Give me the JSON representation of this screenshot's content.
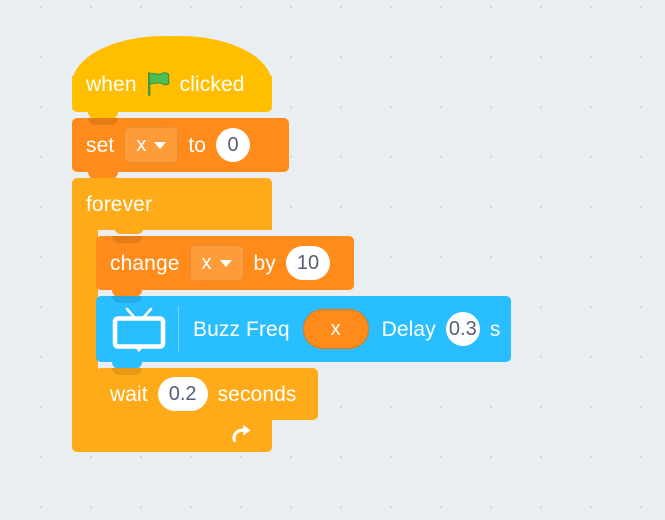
{
  "workspace": {
    "background_color": "#e9eef2",
    "dot_color": "#d0d6dc"
  },
  "script": {
    "hat": {
      "prefix_label": "when",
      "icon": "green-flag-icon",
      "suffix_label": "clicked",
      "color": "#ffbf00"
    },
    "set_block": {
      "label": "set",
      "variable": "x",
      "to_label": "to",
      "value": "0",
      "color": "#ff8c1a"
    },
    "forever_block": {
      "label": "forever",
      "loop_icon": "loop-arrow-icon",
      "color": "#ffab19"
    },
    "change_block": {
      "label": "change",
      "variable": "x",
      "by_label": "by",
      "value": "10",
      "color": "#ff8c1a"
    },
    "buzz_block": {
      "icon": "tv-monitor-icon",
      "label": "Buzz Freq",
      "variable_reporter": "x",
      "delay_label": "Delay",
      "delay_value": "0.3",
      "unit_label": "s",
      "color": "#29beff"
    },
    "wait_block": {
      "label": "wait",
      "value": "0.2",
      "unit_label": "seconds",
      "color": "#ffab19"
    }
  }
}
